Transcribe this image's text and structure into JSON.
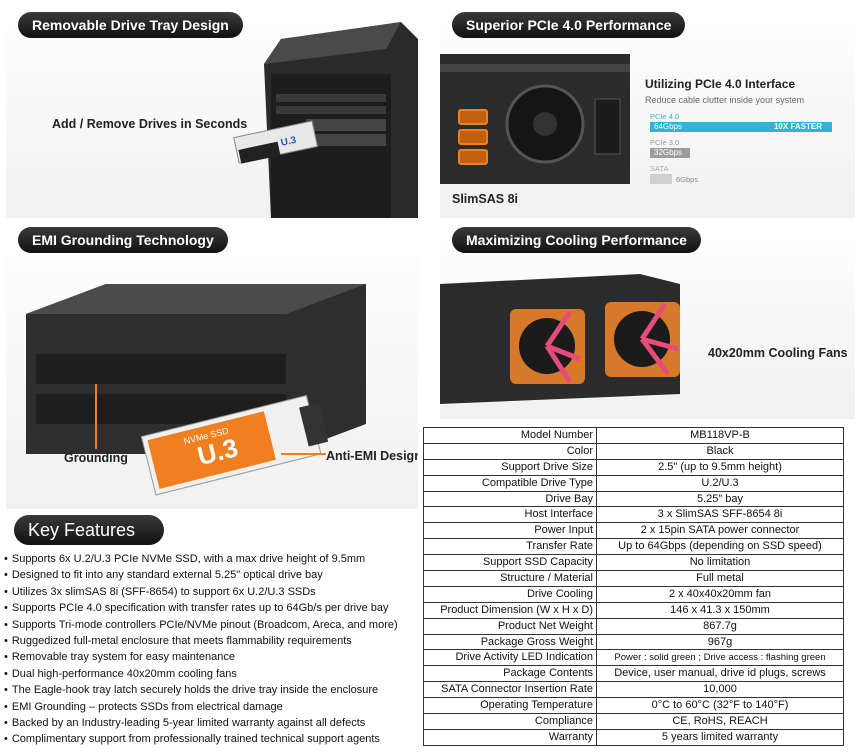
{
  "colors": {
    "pill_bg": "#1a1a1a",
    "pcie4": "#2fb3d6",
    "pcie3": "#9c9c9c",
    "sata": "#cfcfcf",
    "tray_orange": "#f07f1f",
    "arrow_pink": "#e84a7a"
  },
  "panels": {
    "drive_tray": {
      "title": "Removable Drive Tray Design",
      "caption": "Add / Remove Drives in Seconds"
    },
    "pcie": {
      "title": "Superior PCIe 4.0 Performance",
      "caption": "SlimSAS 8i",
      "heading": "Utilizing PCIe 4.0 Interface",
      "subheading": "Reduce cable clutter inside your system",
      "bars": [
        {
          "label": "PCIe 4.0",
          "value": "64Gbps",
          "note": "10X FASTER",
          "gbps": 64
        },
        {
          "label": "PCIe 3.0",
          "value": "32Gbps",
          "note": "",
          "gbps": 32
        },
        {
          "label": "SATA",
          "value": "6Gbps",
          "note": "",
          "gbps": 6
        }
      ]
    },
    "emi": {
      "title": "EMI Grounding Technology",
      "caption_left": "Grounding",
      "caption_right": "Anti-EMI Design",
      "drive_label": "U.3",
      "drive_sublabel": "NVMe SSD"
    },
    "cooling": {
      "title": "Maximizing Cooling Performance",
      "caption": "40x20mm Cooling Fans"
    }
  },
  "key_features": {
    "title": "Key Features",
    "items": [
      "Supports 6x U.2/U.3 PCIe NVMe SSD, with a max drive height of 9.5mm",
      "Designed to fit into any standard external 5.25\" optical drive bay",
      "Utilizes 3x slimSAS 8i (SFF-8654) to support 6x U.2/U.3 SSDs",
      "Supports PCIe 4.0 specification with transfer rates up to 64Gb/s per drive bay",
      "Supports Tri-mode controllers PCIe/NVMe pinout (Broadcom, Areca, and more)",
      "Ruggedized full-metal enclosure that meets flammability requirements",
      "Removable tray system for easy maintenance",
      "Dual high-performance 40x20mm cooling fans",
      "The Eagle-hook tray latch securely holds the drive tray inside the enclosure",
      "EMI Grounding – protects SSDs from electrical damage",
      "Backed by an Industry-leading 5-year limited warranty against all defects",
      "Complimentary support from professionally trained technical support agents"
    ]
  },
  "specs": [
    {
      "k": "Model Number",
      "v": "MB118VP-B"
    },
    {
      "k": "Color",
      "v": "Black"
    },
    {
      "k": "Support Drive Size",
      "v": "2.5\" (up to 9.5mm height)"
    },
    {
      "k": "Compatible Drive Type",
      "v": "U.2/U.3"
    },
    {
      "k": "Drive Bay",
      "v": "5.25\" bay"
    },
    {
      "k": "Host Interface",
      "v": "3 x SlimSAS SFF-8654 8i"
    },
    {
      "k": "Power Input",
      "v": "2 x 15pin SATA power connector"
    },
    {
      "k": "Transfer Rate",
      "v": "Up to 64Gbps (depending on SSD speed)"
    },
    {
      "k": "Support SSD Capacity",
      "v": "No limitation"
    },
    {
      "k": "Structure / Material",
      "v": "Full metal"
    },
    {
      "k": "Drive Cooling",
      "v": "2 x 40x40x20mm fan"
    },
    {
      "k": "Product Dimension (W x H x D)",
      "v": "146 x 41.3 x 150mm"
    },
    {
      "k": "Product Net Weight",
      "v": "867.7g"
    },
    {
      "k": "Package Gross Weight",
      "v": "967g"
    },
    {
      "k": "Drive Activity LED Indication",
      "v": "Power : solid green ; Drive access : flashing green"
    },
    {
      "k": "Package Contents",
      "v": "Device, user manual, drive id plugs, screws"
    },
    {
      "k": "SATA Connector Insertion Rate",
      "v": "10,000"
    },
    {
      "k": "Operating Temperature",
      "v": "0°C to 60°C (32°F to 140°F)"
    },
    {
      "k": "Compliance",
      "v": "CE, RoHS, REACH"
    },
    {
      "k": "Warranty",
      "v": "5 years limited warranty"
    }
  ]
}
